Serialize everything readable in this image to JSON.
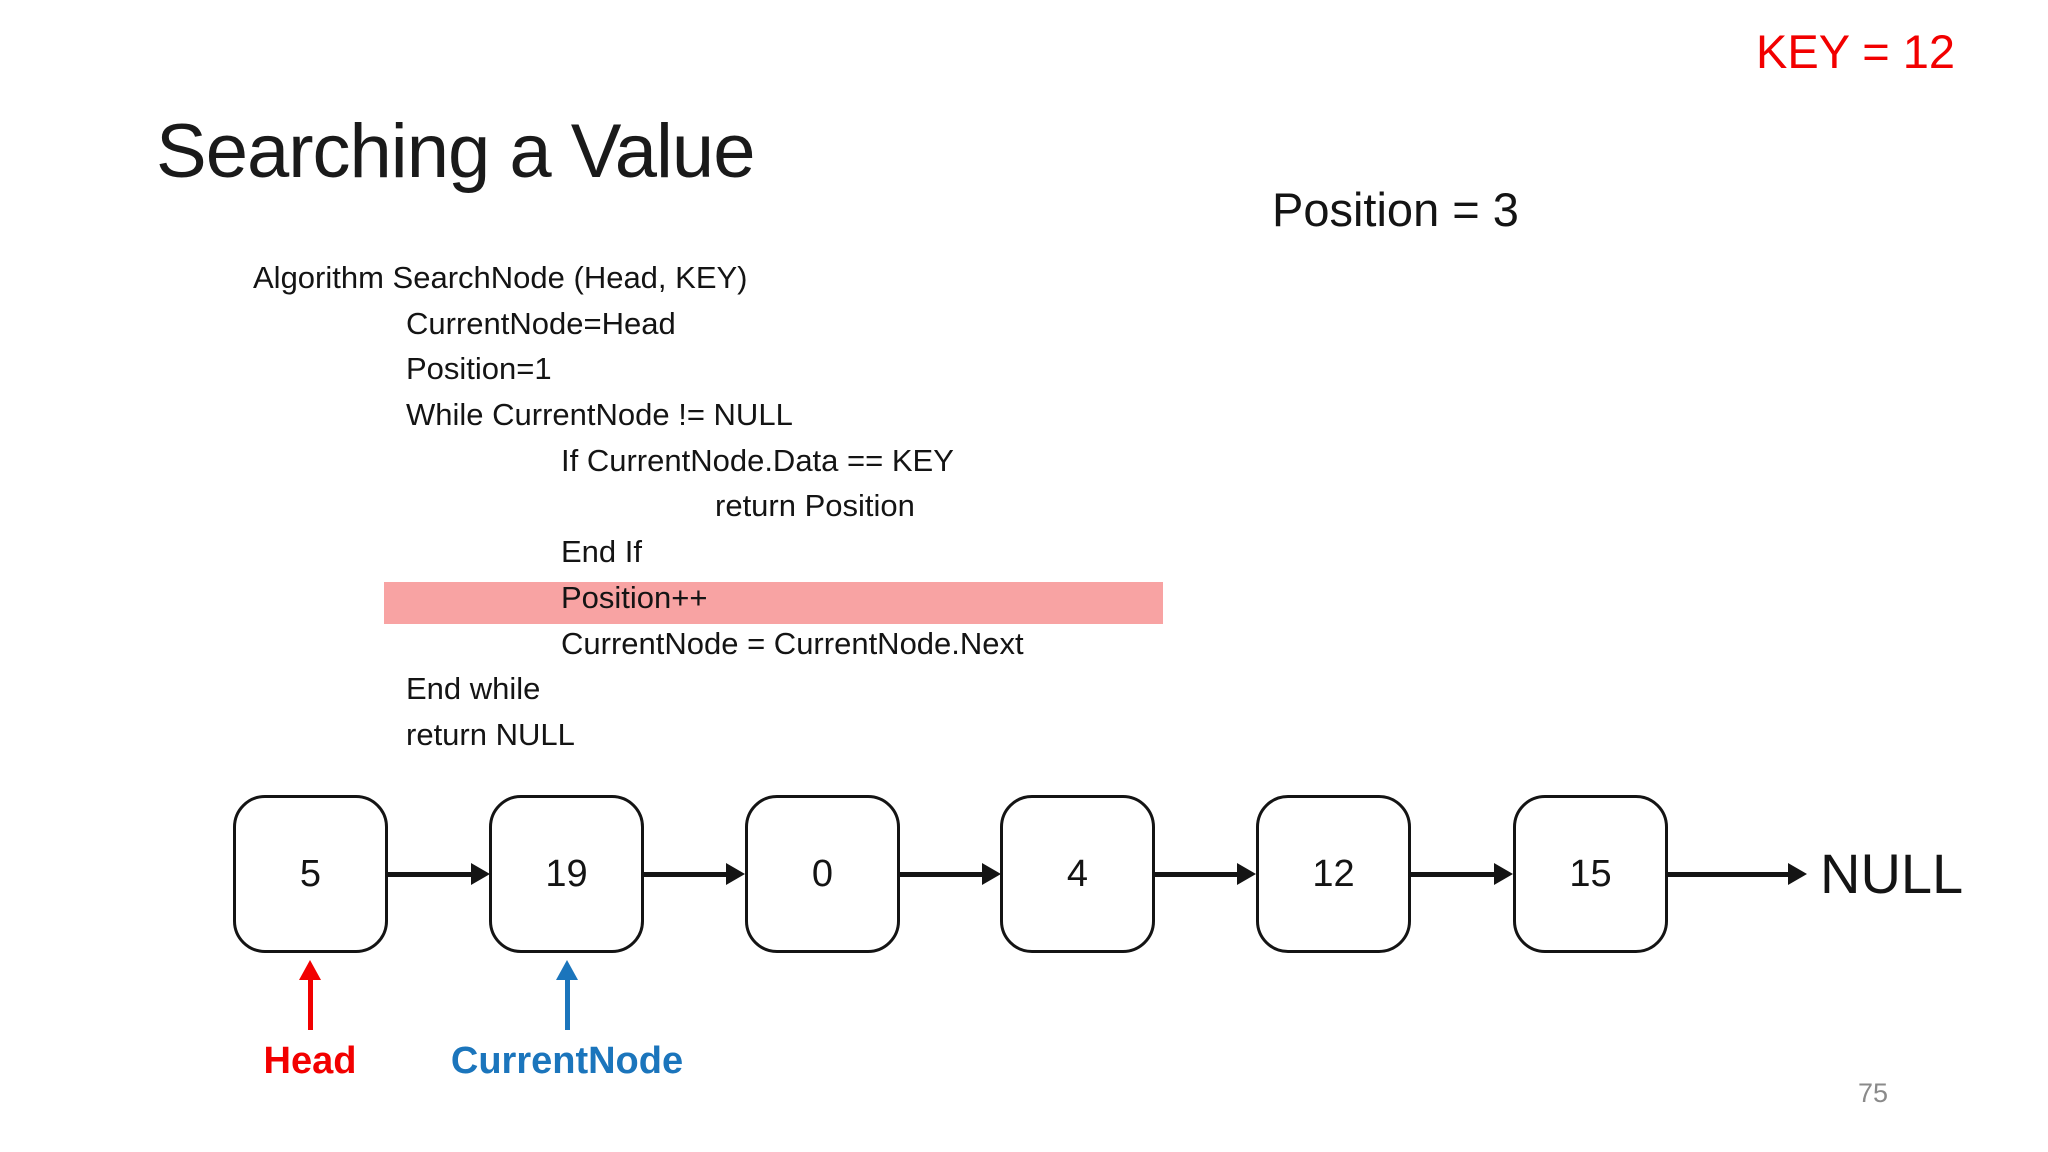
{
  "slide": {
    "key_label": "KEY = 12",
    "title": "Searching a Value",
    "position_label": "Position = 3",
    "page_number": "75"
  },
  "code": {
    "lines": [
      {
        "text": "Algorithm SearchNode (Head, KEY)",
        "indent": 0,
        "highlighted": false
      },
      {
        "text": "CurrentNode=Head",
        "indent": 1,
        "highlighted": false
      },
      {
        "text": "Position=1",
        "indent": 1,
        "highlighted": false
      },
      {
        "text": "While CurrentNode != NULL",
        "indent": 1,
        "highlighted": false
      },
      {
        "text": "If CurrentNode.Data == KEY",
        "indent": 2,
        "highlighted": false
      },
      {
        "text": "return Position",
        "indent": 3,
        "highlighted": false
      },
      {
        "text": "End If",
        "indent": 2,
        "highlighted": false
      },
      {
        "text": "Position++",
        "indent": 2,
        "highlighted": true
      },
      {
        "text": "CurrentNode = CurrentNode.Next",
        "indent": 2,
        "highlighted": false
      },
      {
        "text": "End while",
        "indent": 1,
        "highlighted": false
      },
      {
        "text": "return NULL",
        "indent": 1,
        "highlighted": false
      }
    ]
  },
  "list": {
    "nodes": [
      "5",
      "19",
      "0",
      "4",
      "12",
      "15"
    ],
    "null_label": "NULL",
    "pointers": [
      {
        "label": "Head",
        "color": "#f20000",
        "points_to_node_index": 0
      },
      {
        "label": "CurrentNode",
        "color": "#1b75bc",
        "points_to_node_index": 1
      }
    ]
  },
  "colors": {
    "key_text": "#f20000",
    "highlight_bar": "#f8a3a3",
    "head_pointer": "#f20000",
    "currentnode_pointer": "#1b75bc",
    "node_border": "#141414",
    "page_number": "#8a8a8a"
  }
}
